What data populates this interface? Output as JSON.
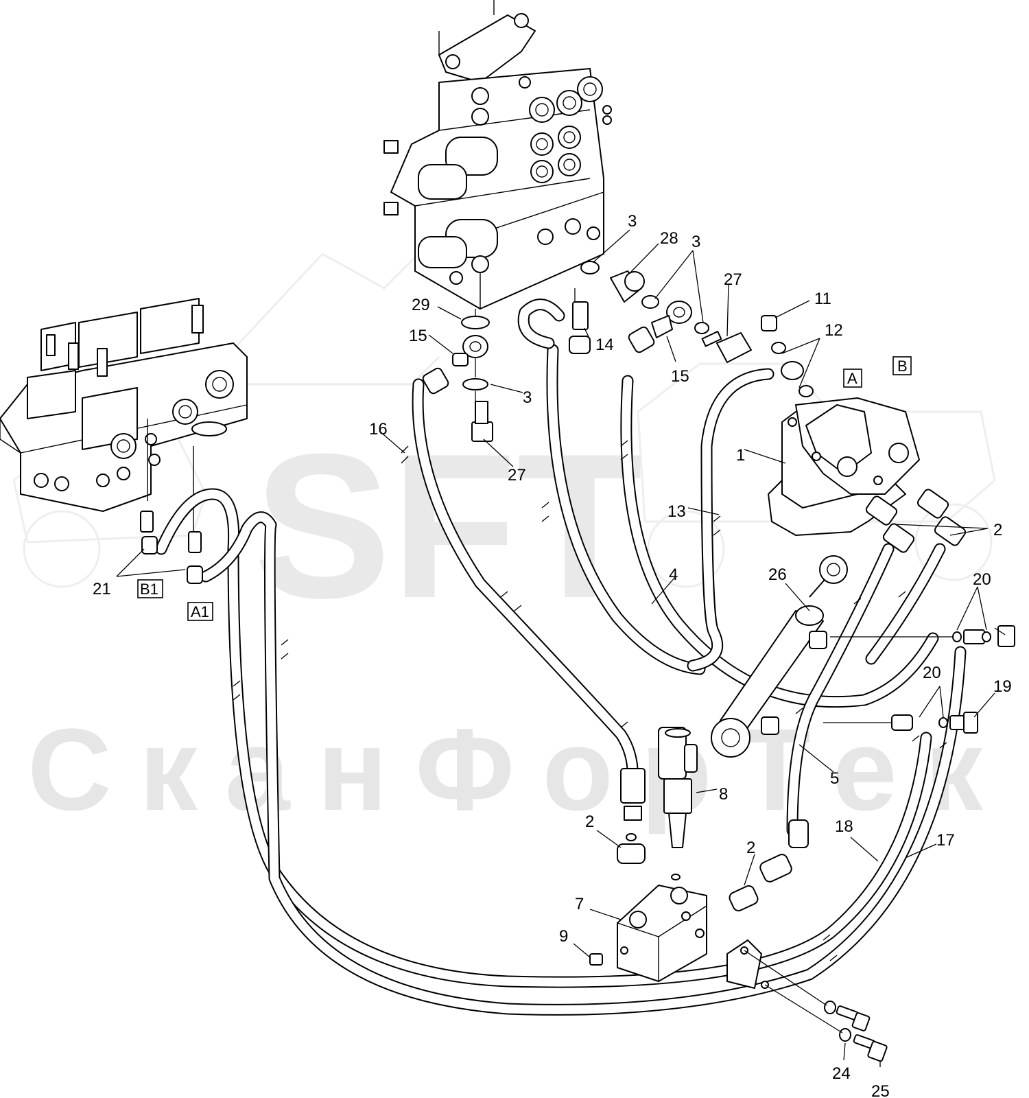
{
  "watermark": {
    "logo_text": "SFT",
    "brand_text": "СканФорТек"
  },
  "callouts": [
    {
      "id": "c1",
      "text": "1"
    },
    {
      "id": "c2a",
      "text": "2"
    },
    {
      "id": "c2b",
      "text": "2"
    },
    {
      "id": "c2c",
      "text": "2"
    },
    {
      "id": "c3a",
      "text": "3"
    },
    {
      "id": "c3b",
      "text": "3"
    },
    {
      "id": "c3c",
      "text": "3"
    },
    {
      "id": "c4",
      "text": "4"
    },
    {
      "id": "c5",
      "text": "5"
    },
    {
      "id": "c7",
      "text": "7"
    },
    {
      "id": "c8",
      "text": "8"
    },
    {
      "id": "c9",
      "text": "9"
    },
    {
      "id": "c11",
      "text": "11"
    },
    {
      "id": "c12",
      "text": "12"
    },
    {
      "id": "c13",
      "text": "13"
    },
    {
      "id": "c14",
      "text": "14"
    },
    {
      "id": "c15a",
      "text": "15"
    },
    {
      "id": "c15b",
      "text": "15"
    },
    {
      "id": "c16",
      "text": "16"
    },
    {
      "id": "c17",
      "text": "17"
    },
    {
      "id": "c18",
      "text": "18"
    },
    {
      "id": "c19a",
      "text": "19"
    },
    {
      "id": "c20a",
      "text": "20"
    },
    {
      "id": "c20b",
      "text": "20"
    },
    {
      "id": "c21",
      "text": "21"
    },
    {
      "id": "c24",
      "text": "24"
    },
    {
      "id": "c25",
      "text": "25"
    },
    {
      "id": "c26",
      "text": "26"
    },
    {
      "id": "c27a",
      "text": "27"
    },
    {
      "id": "c27b",
      "text": "27"
    },
    {
      "id": "c28",
      "text": "28"
    },
    {
      "id": "c29",
      "text": "29"
    }
  ],
  "port_labels": [
    {
      "id": "pA",
      "text": "A"
    },
    {
      "id": "pB",
      "text": "B"
    },
    {
      "id": "pA1",
      "text": "A1"
    },
    {
      "id": "pB1",
      "text": "B1"
    }
  ]
}
